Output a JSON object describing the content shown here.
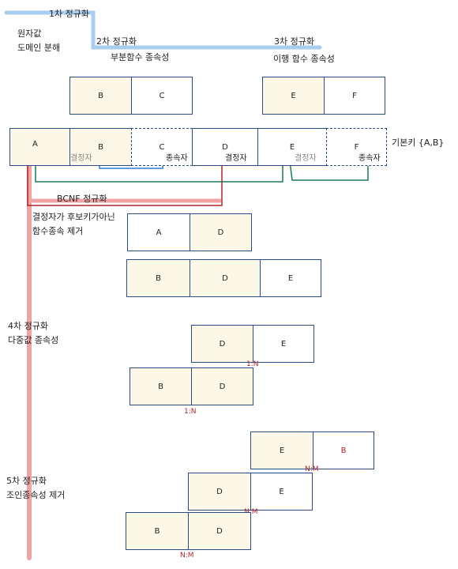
{
  "colors": {
    "cell_border": "#2a4b86",
    "key_fill": "#fcf7e6",
    "blue_line": "#a9cdee",
    "pink_line": "#f1a3a3",
    "dep_green": "#1f7a5a",
    "dep_blue": "#2c7bd8",
    "dep_red": "#b0252a"
  },
  "notes": {
    "nf1_title": "1차 정규화",
    "nf1_desc": "원자값\n도메인 분해",
    "nf2_title": "2차 정규화",
    "nf2_desc": "부분함수 종속성",
    "nf3_title": "3차 정규화",
    "nf3_desc": "이행 함수 종속성",
    "bcnf_title": "BCNF 정규화",
    "bcnf_desc": "결정자가 후보키가아닌\n함수종속 제거",
    "nf4_desc": "4차 정규화\n다중값 종속성",
    "nf5_desc": "5차 정규화\n조인종속성 제거",
    "primary_key": "기본키 {A,B}"
  },
  "tables": {
    "nf2": [
      "B",
      "C"
    ],
    "nf3": [
      "E",
      "F"
    ],
    "base": [
      "A",
      "B",
      "C",
      "D",
      "E",
      "F"
    ],
    "bcnf_1": [
      "A",
      "D"
    ],
    "bcnf_2": [
      "B",
      "D",
      "E"
    ],
    "nf4_1": [
      "D",
      "E"
    ],
    "nf4_2": [
      "B",
      "D"
    ],
    "nf5_1": [
      "E",
      "B"
    ],
    "nf5_2": [
      "D",
      "E"
    ],
    "nf5_3": [
      "B",
      "D"
    ]
  },
  "dep_labels": {
    "determinant": "결정자",
    "dependent": "종속자"
  },
  "relations": {
    "one_n": "1:N",
    "n_m": "N:M"
  }
}
